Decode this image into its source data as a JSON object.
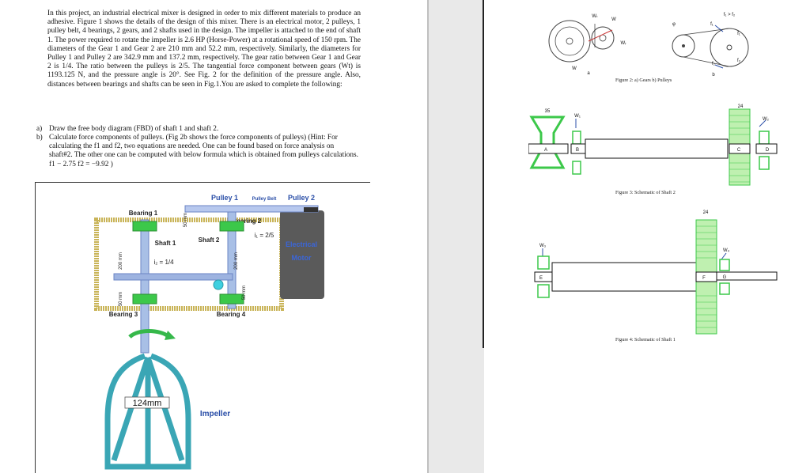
{
  "problem": {
    "intro": "In this project, an industrial electrical mixer is designed in order to mix different materials to produce an adhesive. Figure 1 shows the details of the design of this mixer. There is an electrical motor, 2 pulleys, 1 pulley belt, 4 bearings, 2 gears, and 2 shafts used in the design. The impeller is attached to the end of shaft 1. The power required to rotate the impeller is 2.6 HP (Horse-Power) at a rotational speed of 150 rpm. The diameters of the Gear 1 and Gear 2 are 210 mm and 52.2 mm, respectively. Similarly, the diameters for Pulley 1 and Pulley 2 are 342.9 mm and 137.2 mm, respectively. The gear ratio between Gear 1 and Gear 2 is 1/4. The ratio between the pulleys is 2/5. The tangential force component between gears (Wt) is 1193.125 N, and the pressure angle is 20°. See Fig. 2 for the definition of the pressure angle. Also, distances between bearings and shafts can be seen in Fig.1.You are asked to complete the following:",
    "task_a_label": "a)",
    "task_a": "Draw the free body diagram (FBD) of shaft 1 and shaft 2.",
    "task_b_label": "b)",
    "task_b": "Calculate force components of pulleys. (Fig 2b shows the force components of pulleys) (Hint: For calculating the f1 and f2, two equations are needed. One can be found based on force analysis on shaft#2. The other one can be computed with below formula which is obtained from pulleys calculations. f1 − 2.75 f2 = −9.92 )"
  },
  "figure1": {
    "pulley1": "Pulley 1",
    "pulley_belt": "Pulley Belt",
    "pulley2": "Pulley 2",
    "bearing1": "Bearing 1",
    "bearing2": "Bearing 2",
    "bearing3": "Bearing 3",
    "bearing4": "Bearing 4",
    "shaft1": "Shaft 1",
    "shaft2": "Shaft 2",
    "ratio_i1": "i₁ = 2/5",
    "ratio_i2": "i₂ = 1/4",
    "dim_50_top": "50 mm",
    "dim_200_left": "200 mm",
    "dim_50_left": "50 mm",
    "dim_200_right": "200 mm",
    "dim_50_right": "50 mm",
    "motor_line1": "Electrical",
    "motor_line2": "Motor",
    "impeller_dim": "124mm",
    "impeller": "Impeller"
  },
  "figure2": {
    "caption": "Figure 2: a) Gears   b) Pulleys",
    "wt": "Wₜ",
    "w": "W",
    "wr": "Wᵣ",
    "phi": "φ",
    "f1": "f₁",
    "f2": "f₂",
    "f1_gt_f2": "f₁ > f₂",
    "label_a": "a",
    "label_b": "b"
  },
  "figure3": {
    "caption": "Figure 3: Schematic of Shaft 2",
    "dim_35": "35",
    "dim_24": "24",
    "w1": "W₁",
    "w2": "W₂",
    "a": "A",
    "b": "B",
    "c": "C",
    "d": "D"
  },
  "figure4": {
    "caption": "Figure 4: Schematic of Shaft 1",
    "dim_24": "24",
    "w3": "W₃",
    "w4": "W₄",
    "e": "E",
    "f": "F",
    "g": "G"
  },
  "colors": {
    "frame": "#c9b458",
    "bearing_green": "#3cc84a",
    "gear_green": "#7ed36b",
    "shaft_blue": "#a8bfe6",
    "impeller_teal": "#3aa6b5",
    "motor_grey": "#5a5a5a",
    "label_blue": "#2b4fa8"
  }
}
